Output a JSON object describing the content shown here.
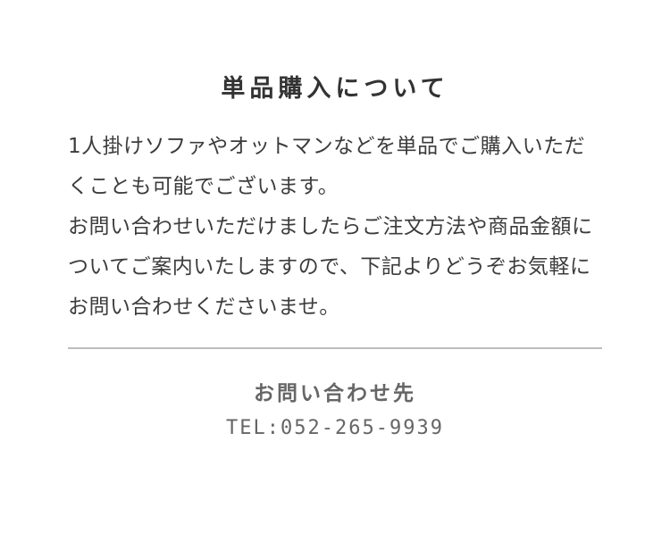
{
  "section": {
    "title": "単品購入について",
    "paragraphs": [
      "1人掛けソファやオットマンなどを単品でご購入いただくことも可能でございます。",
      "お問い合わせいただけましたらご注文方法や商品金額についてご案内いたしますので、下記よりどうぞお気軽にお問い合わせくださいませ。"
    ]
  },
  "contact": {
    "heading": "お問い合わせ先",
    "tel": "TEL:052-265-9939"
  }
}
